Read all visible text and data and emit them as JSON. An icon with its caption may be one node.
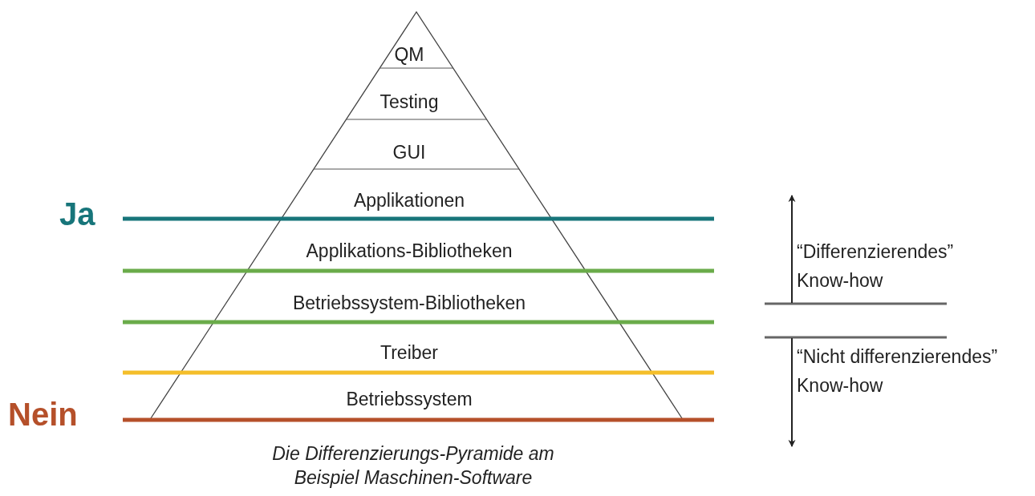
{
  "diagram": {
    "caption": "Die Differenzierungs-Pyramide am Beispiel Maschinen-Software",
    "nodes": [
      {
        "text": [
          "QM"
        ]
      },
      {
        "text": [
          "Testing"
        ]
      },
      {
        "text": [
          "GUI"
        ]
      },
      {
        "text": [
          "Applikationen"
        ]
      },
      {
        "text": [
          "Applikations-Bibliotheken"
        ]
      },
      {
        "text": [
          "Betriebssystem-Bibliotheken"
        ]
      },
      {
        "text": [
          "Treiber"
        ]
      },
      {
        "text": [
          "Betriebssystem"
        ]
      }
    ],
    "labels": [
      "Ja",
      "Nein",
      "“Differenzierendes” Know-how",
      "“Nicht differenzierendes” Know-how"
    ]
  }
}
